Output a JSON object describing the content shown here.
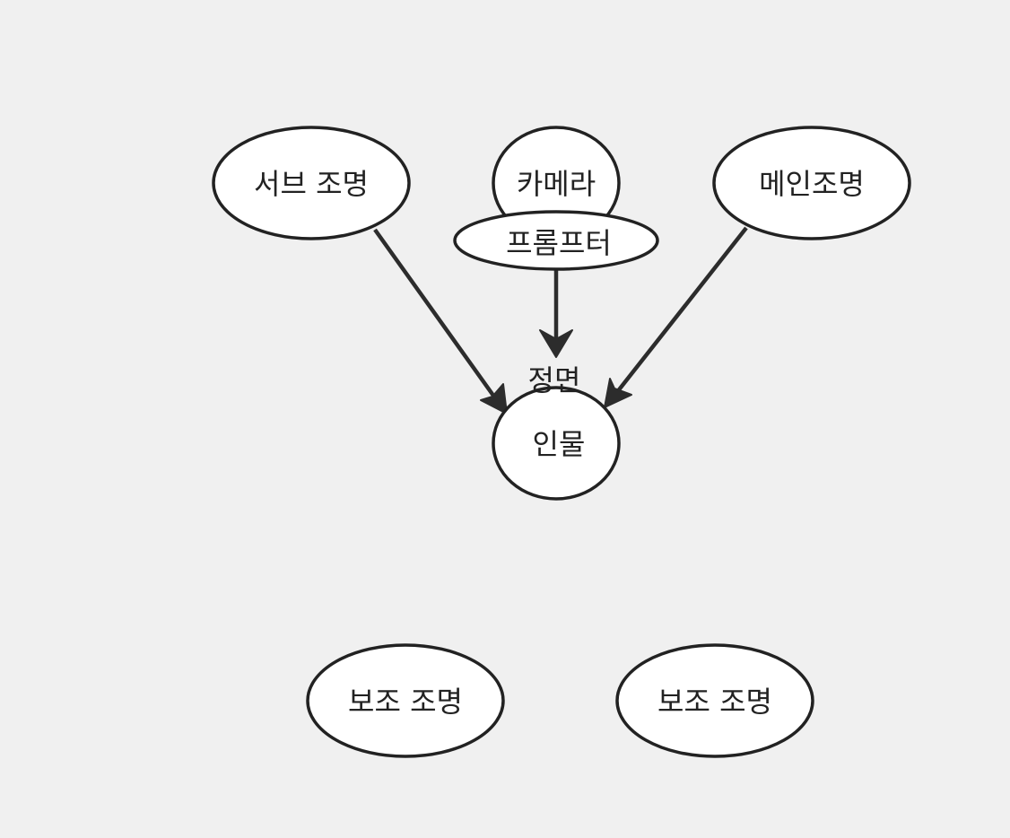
{
  "diagram": {
    "nodes": {
      "sub_light": {
        "label": "서브 조명"
      },
      "camera": {
        "label": "카메라"
      },
      "prompter": {
        "label": "프롬프터"
      },
      "main_light": {
        "label": "메인조명"
      },
      "person": {
        "label": "인물"
      },
      "aux_light_left": {
        "label": "보조 조명"
      },
      "aux_light_right": {
        "label": "보조 조명"
      }
    },
    "edges": {
      "prompter_to_person": {
        "label": "정면"
      }
    }
  },
  "colors": {
    "background": "#f0f0f0",
    "node_fill": "#ffffff",
    "stroke": "#222222"
  }
}
